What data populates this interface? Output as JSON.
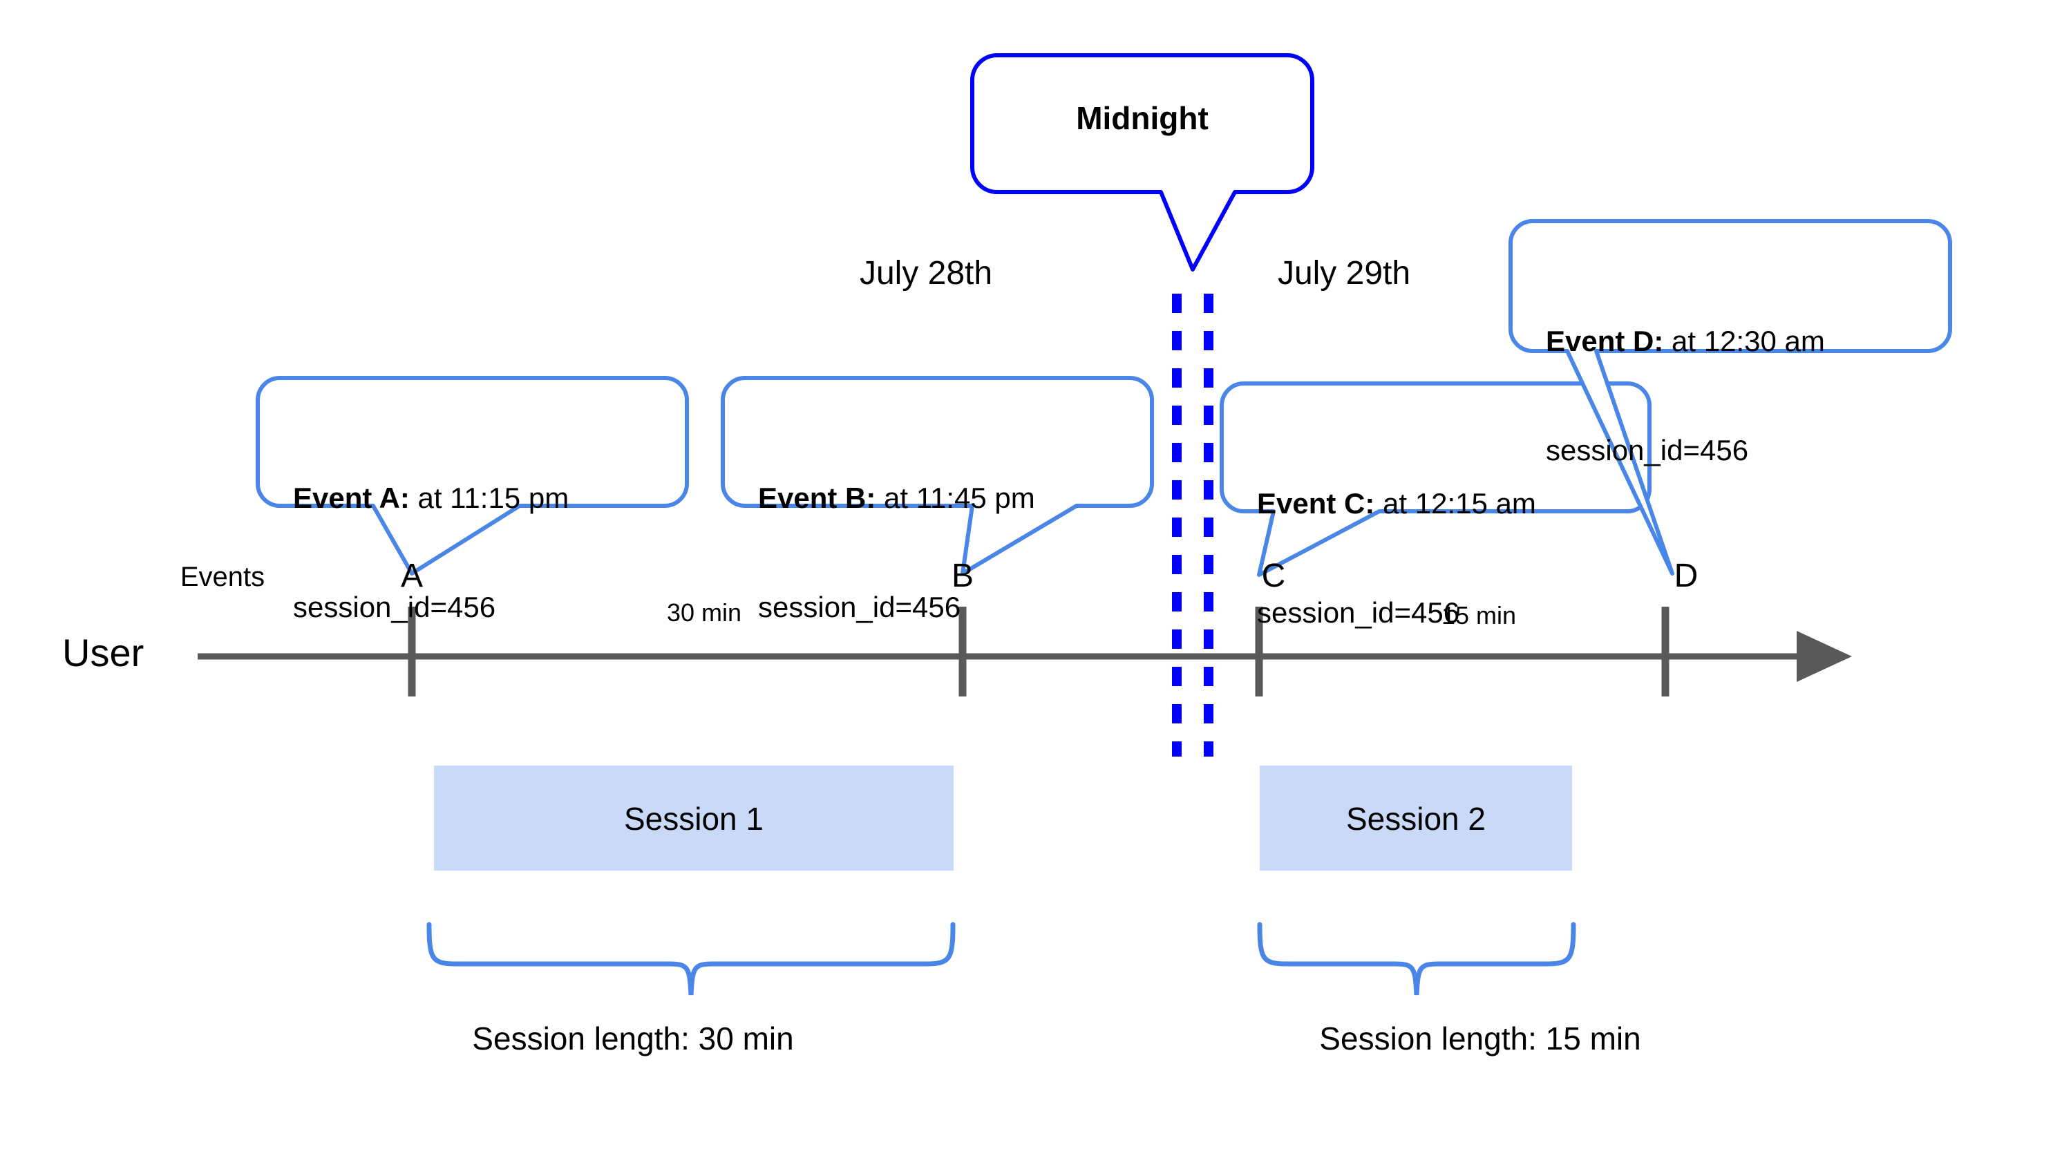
{
  "diagram": {
    "type": "timeline-sessionization",
    "colors": {
      "callout_border": "#4A86E8",
      "midnight_border": "#0000FF",
      "midnight_dashed": "#0000FF",
      "session_fill": "#C9D9F7",
      "axis": "#595959",
      "brace": "#4A86E8",
      "text": "#000000",
      "background": "#FFFFFF"
    },
    "axis": {
      "row_label": "User",
      "events_row_label": "Events"
    },
    "midnight_callout": {
      "label": "Midnight"
    },
    "dates": [
      {
        "label": "July 28th"
      },
      {
        "label": "July 29th"
      }
    ],
    "events": [
      {
        "marker": "A",
        "title": "Event A:",
        "detail": " at 11:15 pm",
        "line2": "session_id=456"
      },
      {
        "marker": "B",
        "title": "Event B:",
        "detail": " at 11:45 pm",
        "line2": "session_id=456"
      },
      {
        "marker": "C",
        "title": "Event C:",
        "detail": " at 12:15 am",
        "line2": "session_id=456"
      },
      {
        "marker": "D",
        "title": "Event D:",
        "detail": " at 12:30 am",
        "line2": "session_id=456"
      }
    ],
    "durations": [
      {
        "label": "30 min"
      },
      {
        "label": "15 min"
      }
    ],
    "sessions": [
      {
        "label": "Session 1",
        "length_label": "Session length: 30 min"
      },
      {
        "label": "Session 2",
        "length_label": "Session length: 15 min"
      }
    ]
  }
}
